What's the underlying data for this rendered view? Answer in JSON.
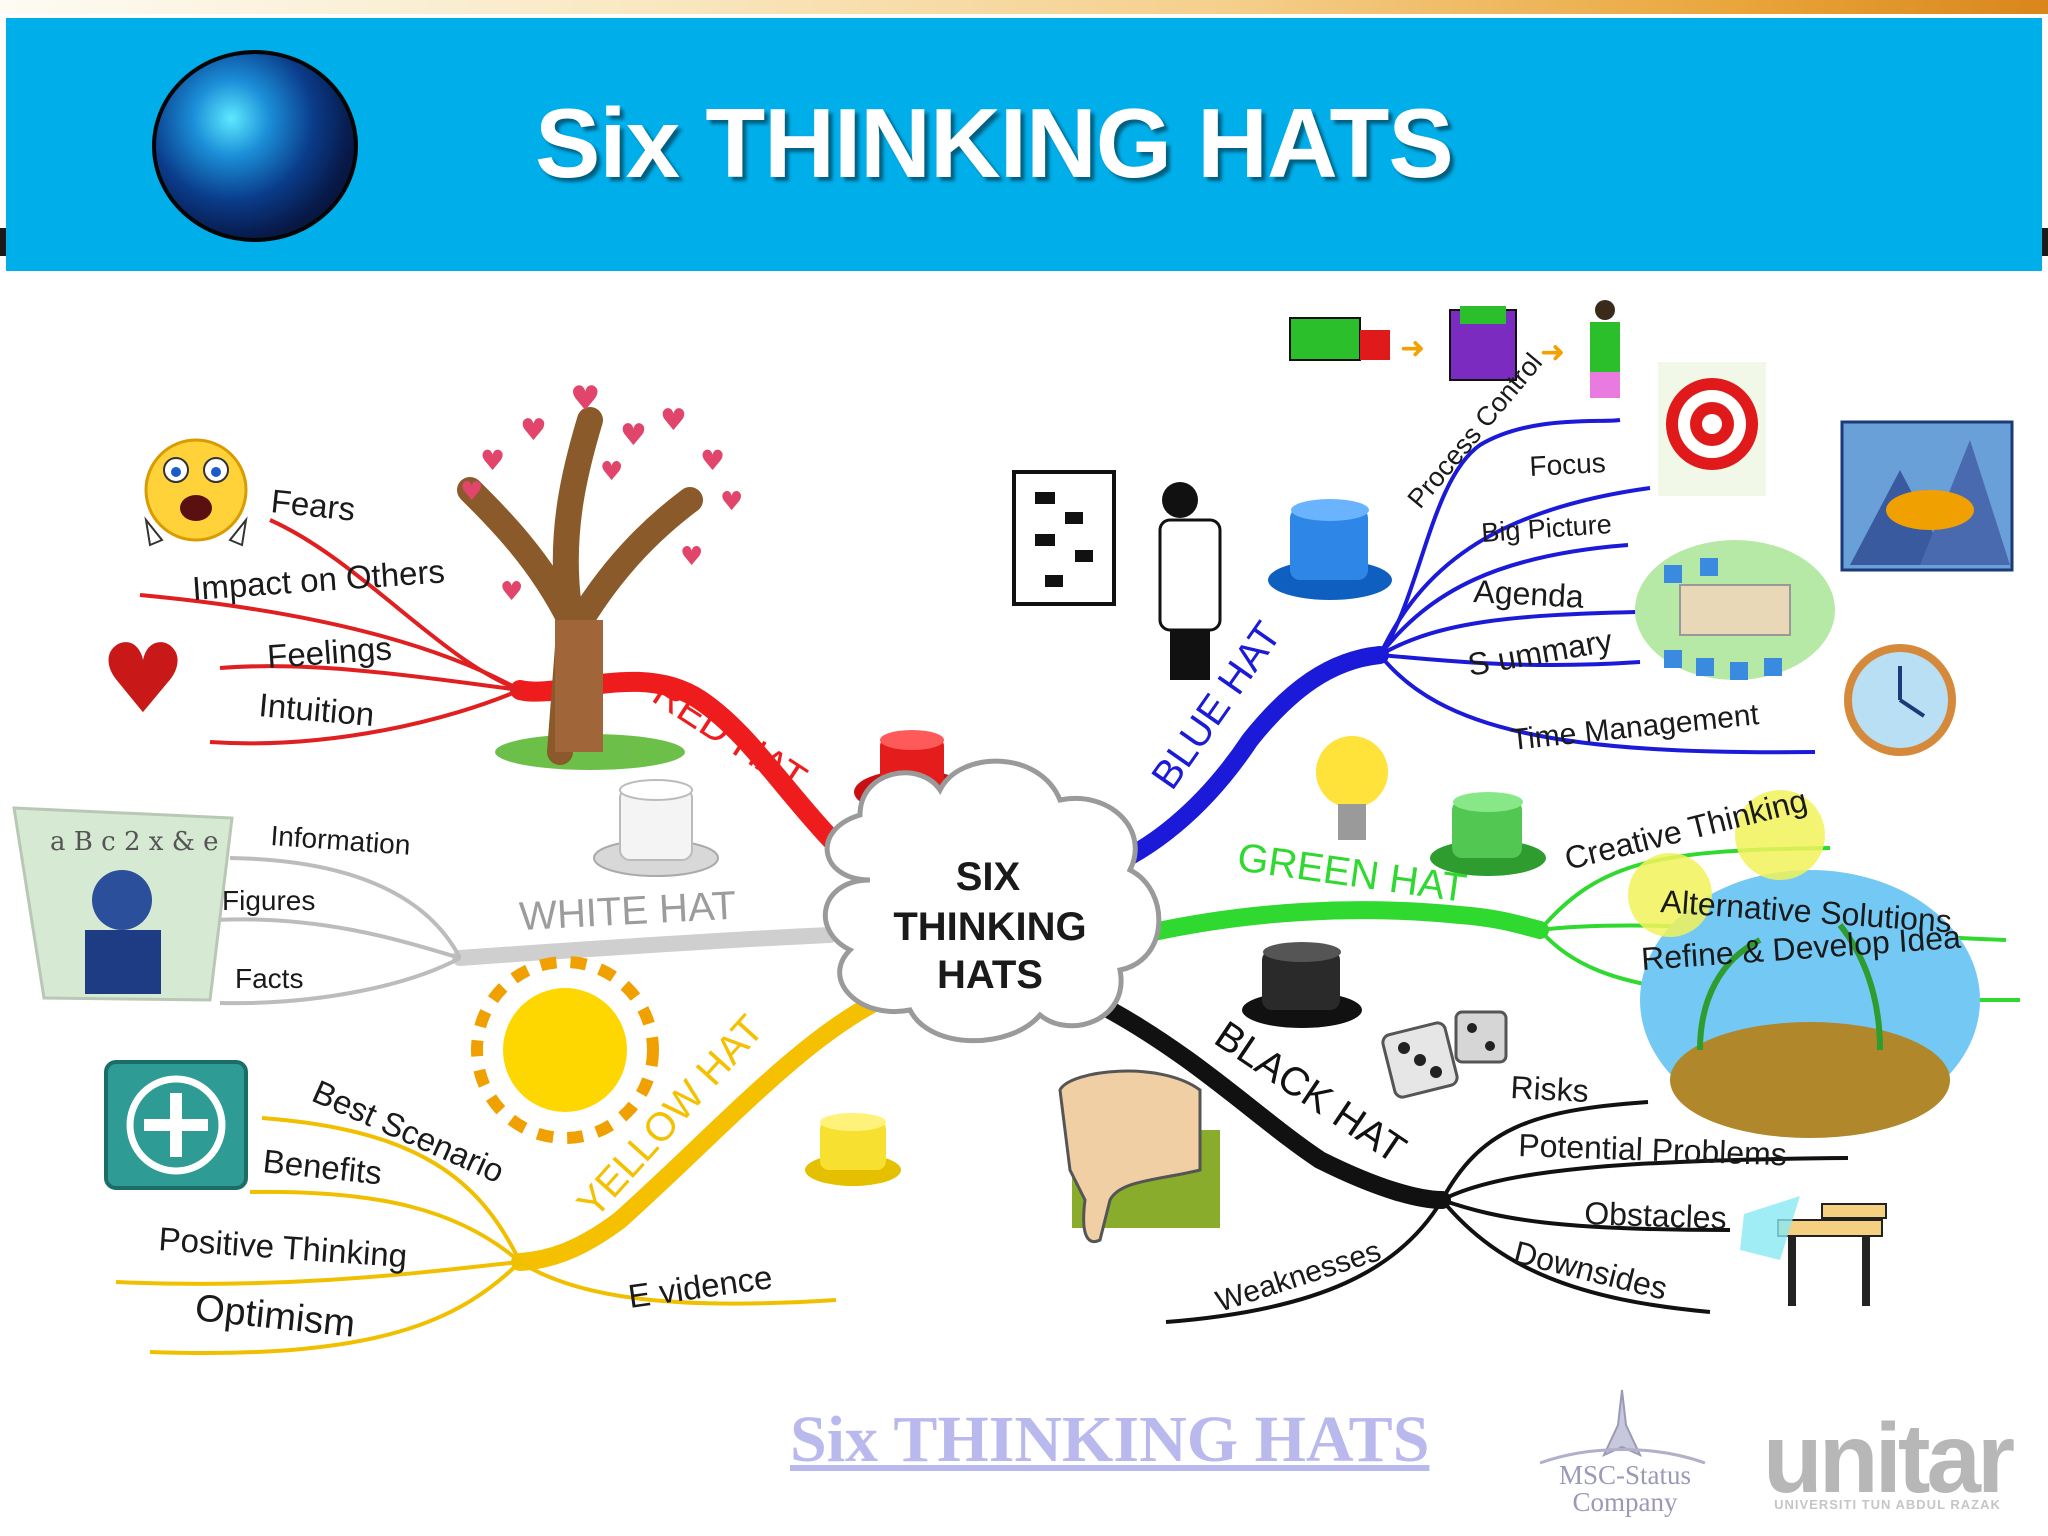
{
  "header": {
    "title": "Six THINKING HATS"
  },
  "center": {
    "line1": "SIX",
    "line2": "THINKING",
    "line3": "HATS"
  },
  "hats": {
    "red": {
      "label": "RED HAT",
      "color": "#ee1c1c",
      "items": [
        "Fears",
        "Impact on Others",
        "Feelings",
        "Intuition"
      ]
    },
    "white": {
      "label": "WHITE HAT",
      "color": "#c6c6c6",
      "items": [
        "Information",
        "Figures",
        "Facts"
      ]
    },
    "yellow": {
      "label": "YELLOW HAT",
      "color": "#f4c000",
      "items": [
        "Best Scenario",
        "Benefits",
        "Positive Thinking",
        "Optimism",
        "E vidence"
      ]
    },
    "blue": {
      "label": "BLUE HAT",
      "color": "#1a1ad8",
      "items": [
        "Process Control",
        "Focus",
        "Big Picture",
        "Agenda",
        "S ummary",
        "Time Management"
      ]
    },
    "green": {
      "label": "GREEN HAT",
      "color": "#2fd92f",
      "items": [
        "Creative Thinking",
        "Alternative Solutions",
        "Refine & Develop Idea"
      ]
    },
    "black": {
      "label": "BLACK HAT",
      "color": "#111111",
      "items": [
        "Risks",
        "Potential Problems",
        "Obstacles",
        "Downsides",
        "Weaknesses"
      ]
    }
  },
  "footer": {
    "title": "Six THINKING HATS",
    "msc_text": "MSC-Status Company",
    "unitar_text": "unitar",
    "unitar_sub": "UNIVERSITI TUN ABDUL RAZAK"
  }
}
